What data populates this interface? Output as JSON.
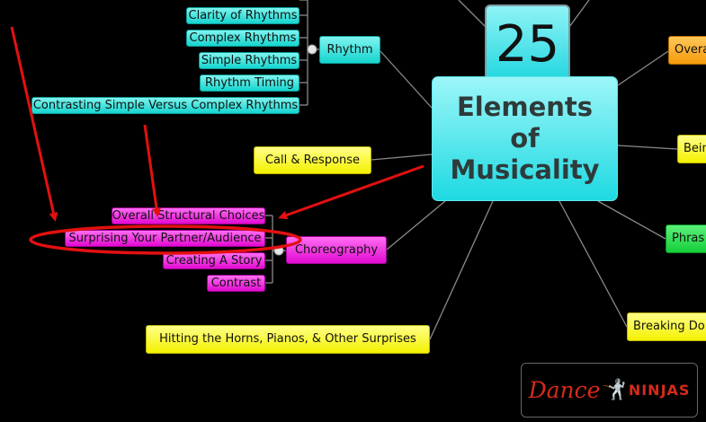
{
  "center": {
    "number": "25",
    "title": "Elements\nof\nMusicality"
  },
  "rhythm": {
    "label": "Rhythm",
    "children": [
      "Clarity of Rhythms",
      "Complex Rhythms",
      "Simple Rhythms",
      "Rhythm Timing",
      "Contrasting Simple Versus Complex Rhythms"
    ]
  },
  "choreography": {
    "label": "Choreography",
    "children": [
      "Overall Structural Choices",
      "Surprising Your Partner/Audience",
      "Creating A Story",
      "Contrast"
    ]
  },
  "call_response": {
    "label": "Call & Response"
  },
  "hitting": {
    "label": "Hitting the Horns, Pianos, & Other Surprises"
  },
  "right_nodes": {
    "overall": "Overa",
    "being": "Bein",
    "phrasing": "Phras",
    "breaking": "Breaking Do"
  },
  "logo": {
    "script_text": "Dance",
    "caps_text": "NINJAS"
  },
  "colors": {
    "cyan": "#16d4ce",
    "magenta": "#e10ad0",
    "yellow": "#f4f100",
    "orange": "#f59a0c",
    "green": "#14cf39",
    "arrow": "#e31010",
    "connector": "#8a8a8a"
  }
}
